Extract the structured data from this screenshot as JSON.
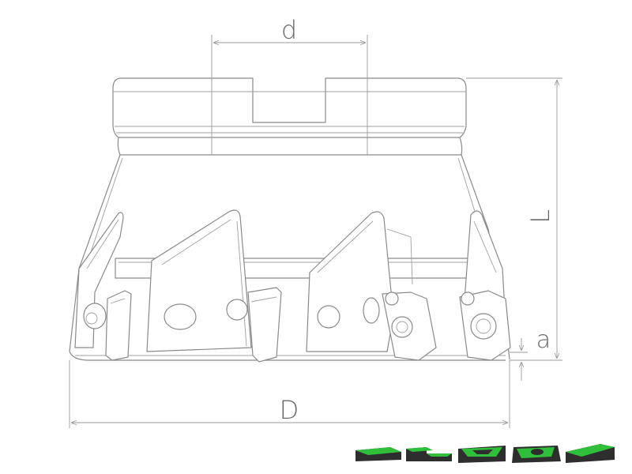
{
  "dimensions": {
    "d": "d",
    "D": "D",
    "L": "L",
    "a": "a"
  },
  "colors": {
    "line": "#8a8a8a",
    "dim_line": "#9a9a9a",
    "label": "#6b6b6b",
    "insert_green": "#2fbf3a",
    "insert_dark": "#2e2e2e"
  },
  "insert_icons": [
    "insert-shape-1-icon",
    "insert-shape-2-icon",
    "insert-shape-3-icon",
    "insert-shape-4-icon",
    "insert-shape-5-icon"
  ]
}
